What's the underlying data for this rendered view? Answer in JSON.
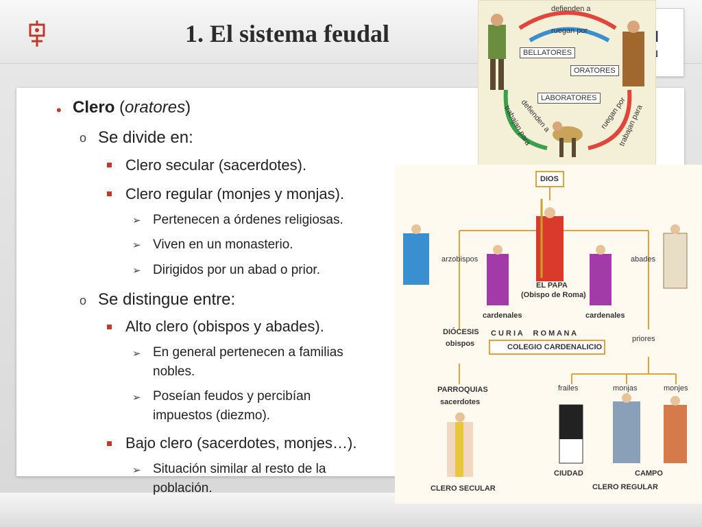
{
  "header": {
    "title": "1. El sistema feudal",
    "brand": "rd",
    "brand_sub": "ÓN"
  },
  "outline": {
    "clero": "Clero",
    "clero_open": " (",
    "oratores": "oratores",
    "clero_close": ")",
    "divide": "Se divide en:",
    "secular": "Clero secular (sacerdotes).",
    "regular": "Clero regular (monjes y monjas).",
    "r1": "Pertenecen a órdenes religiosas.",
    "r2": "Viven en un monasterio.",
    "r3": "Dirigidos por un abad o prior.",
    "distingue": "Se distingue entre:",
    "alto": "Alto clero (obispos y abades).",
    "a1_l1": "En general pertenecen a familias",
    "a1_l2": "nobles.",
    "a2_l1": "Poseían feudos y percibían",
    "a2_l2": "impuestos (diezmo).",
    "bajo": "Bajo clero (sacerdotes, monjes…).",
    "b1_l1": "Situación similar al resto de la",
    "b1_l2": "población."
  },
  "estamentos": {
    "top": "defienden a",
    "mid": "ruegan por",
    "bellatores": "BELLATORES",
    "oratores": "ORATORES",
    "laboratores": "LABORATORES",
    "left1": "defienden a",
    "left2": "trabajan para",
    "right1": "ruegan por",
    "right2": "trabajan para"
  },
  "diagrama": {
    "dios": "DIOS",
    "arzobispos": "arzobispos",
    "abades": "abades",
    "papa1": "EL PAPA",
    "papa2": "(Obispo de Roma)",
    "cardenales_l": "cardenales",
    "cardenales_r": "cardenales",
    "diocesis": "DIÓCESIS",
    "obispos": "obispos",
    "curia": "C U R I A     R O M A N A",
    "colegio": "COLEGIO CARDENALICIO",
    "priores": "priores",
    "parroquias": "PARROQUIAS",
    "sacerdotes": "sacerdotes",
    "frailes": "frailes",
    "monjas": "monjas",
    "monjes": "monjes",
    "ciudad": "CIUDAD",
    "campo": "CAMPO",
    "clero_secular": "CLERO SECULAR",
    "clero_regular": "CLERO REGULAR"
  },
  "colors": {
    "bullet": "#c0392b",
    "title": "#2b2b2b"
  }
}
